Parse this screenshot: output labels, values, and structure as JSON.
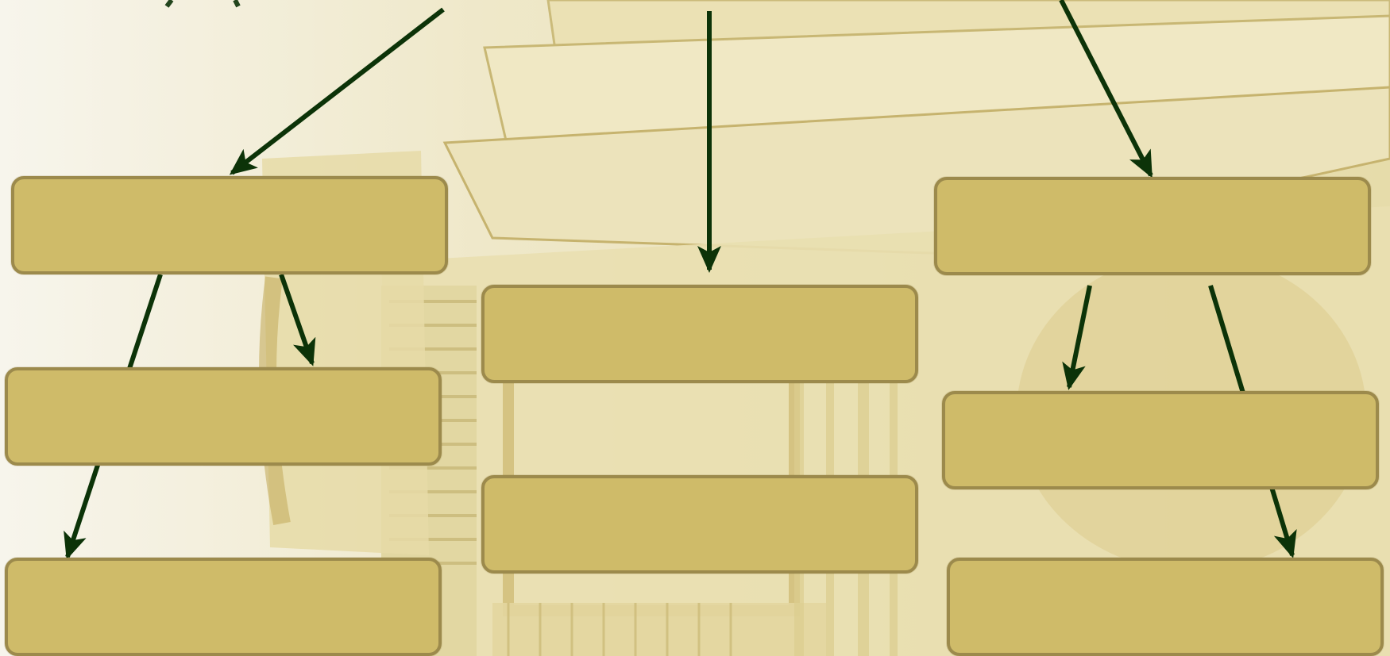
{
  "diagram": {
    "colors": {
      "node_fill": "#cfbb69",
      "node_border": "#9c8a4c",
      "arrow": "#0c3308",
      "background": "#f3efdc"
    },
    "background_image": "faded-stack-of-books",
    "nodes": [
      {
        "id": "l1",
        "label": ""
      },
      {
        "id": "l2",
        "label": ""
      },
      {
        "id": "l3",
        "label": ""
      },
      {
        "id": "c1",
        "label": ""
      },
      {
        "id": "c2",
        "label": ""
      },
      {
        "id": "r1",
        "label": ""
      },
      {
        "id": "r2",
        "label": ""
      },
      {
        "id": "r3",
        "label": ""
      }
    ],
    "edges": [
      {
        "from": "top-root",
        "to": "l1"
      },
      {
        "from": "top-root",
        "to": "c1"
      },
      {
        "from": "top-root",
        "to": "r1"
      },
      {
        "from": "l1",
        "to": "l2"
      },
      {
        "from": "l1",
        "to": "l3"
      },
      {
        "from": "r1",
        "to": "r2"
      },
      {
        "from": "r1",
        "to": "r3"
      }
    ]
  }
}
